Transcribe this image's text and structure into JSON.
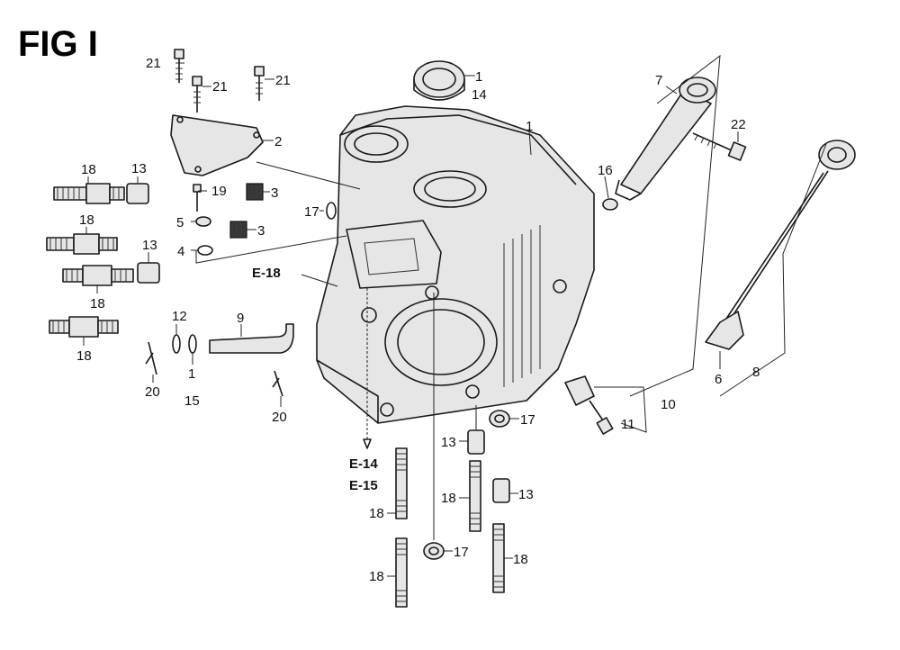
{
  "figure": {
    "title": "FIG I"
  },
  "references": [
    "E-18",
    "E-14",
    "E-15"
  ],
  "callouts": {
    "c1_seal": "1",
    "c14_seal": "14",
    "c1_block": "1",
    "c1_pin": "1",
    "c15": "15",
    "c2": "2",
    "c3_top": "3",
    "c3_bot": "3",
    "c4": "4",
    "c5": "5",
    "c6": "6",
    "c7": "7",
    "c8": "8",
    "c9": "9",
    "c10": "10",
    "c11": "11",
    "c12": "12",
    "c13_a": "13",
    "c13_b": "13",
    "c13_c": "13",
    "c13_d": "13",
    "c16": "16",
    "c17_a": "17",
    "c17_b": "17",
    "c17_c": "17",
    "c18_a": "18",
    "c18_b": "18",
    "c18_c": "18",
    "c18_d": "18",
    "c18_e": "18",
    "c18_f": "18",
    "c18_g": "18",
    "c19": "19",
    "c20_a": "20",
    "c20_b": "20",
    "c21_a": "21",
    "c21_b": "21",
    "c21_c": "21",
    "c22": "22"
  }
}
